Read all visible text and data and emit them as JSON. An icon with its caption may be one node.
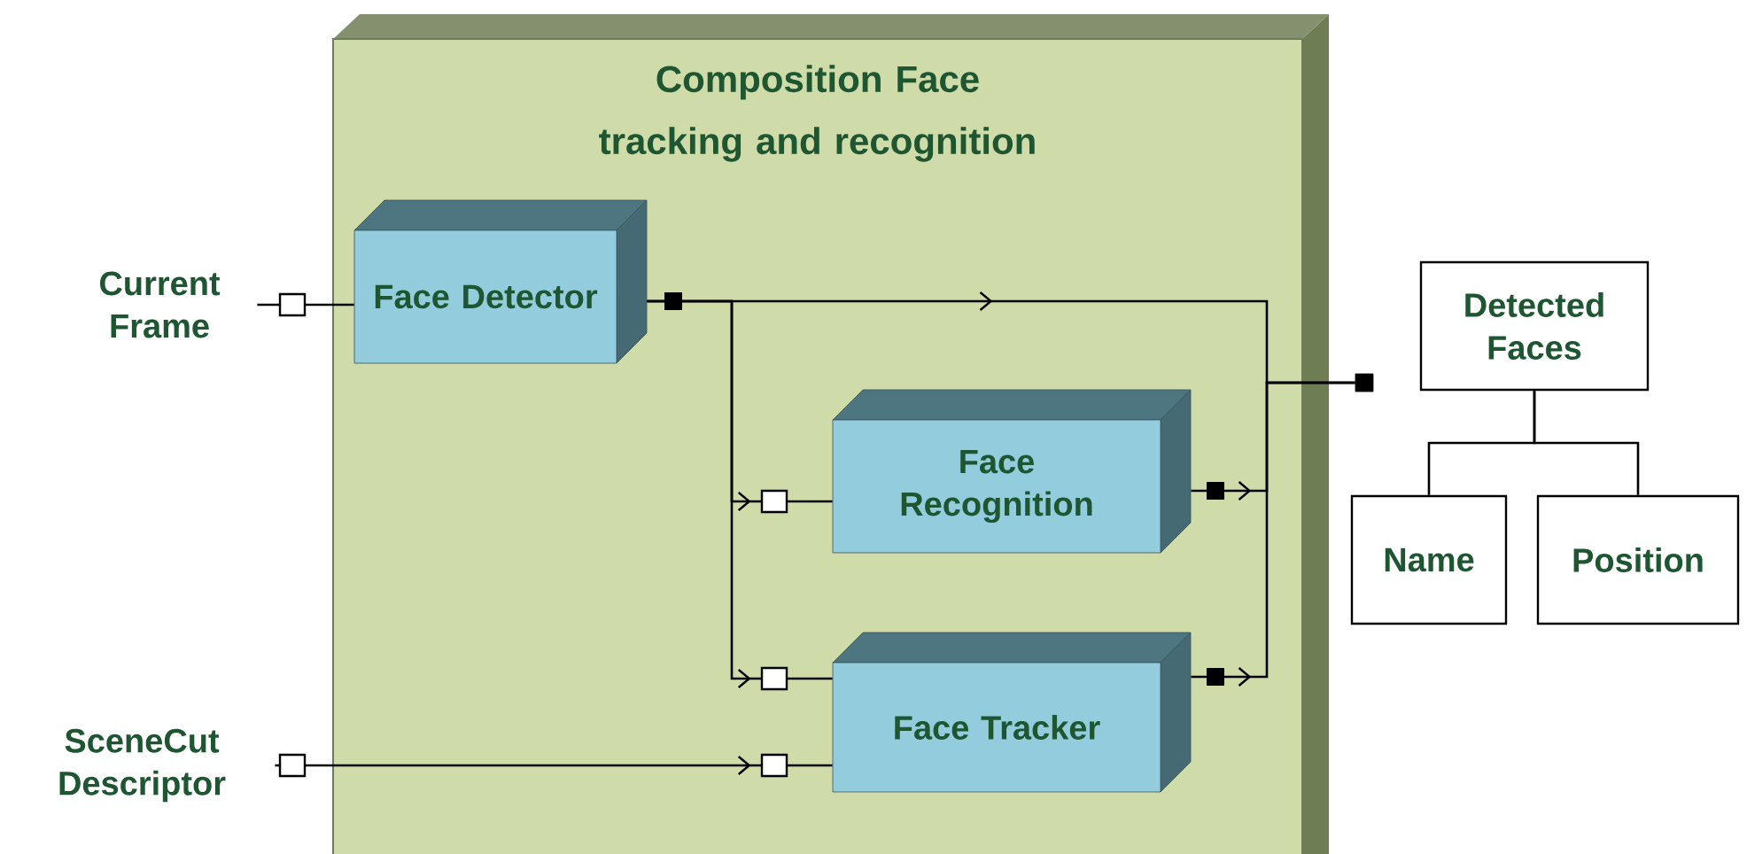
{
  "diagram": {
    "nodes": [
      {
        "text": [
          "Current Frame"
        ]
      },
      {
        "text": [
          "Composition Face tracking and recognition"
        ]
      },
      {
        "text": [
          "Face Detector"
        ],
        "in": 1
      },
      {
        "text": [
          "Face Recognition"
        ],
        "in": 1
      },
      {
        "text": [
          "SceneCut Descriptor"
        ]
      },
      {
        "text": [
          "Face Tracker"
        ],
        "in": 1
      },
      {
        "text": [],
        "shape": "box"
      },
      {
        "text": [
          "Detected Faces"
        ]
      },
      {
        "text": [
          "Name"
        ]
      },
      {
        "text": [
          "Position"
        ]
      }
    ],
    "edges": [
      {
        "from": 0,
        "to": 2,
        "arrow": "none"
      },
      {
        "from": 2,
        "to": 3,
        "arrow": "to"
      },
      {
        "from": 2,
        "to": 5,
        "arrow": "to"
      },
      {
        "from": 4,
        "to": 5,
        "arrow": "to"
      },
      {
        "from": 2,
        "to": 6,
        "arrow": "to"
      },
      {
        "from": 3,
        "to": 6,
        "arrow": "to"
      },
      {
        "from": 5,
        "to": 6,
        "arrow": "to"
      },
      {
        "from": 7,
        "to": 8,
        "arrow": "none"
      },
      {
        "from": 7,
        "to": 9,
        "arrow": "none"
      }
    ]
  }
}
